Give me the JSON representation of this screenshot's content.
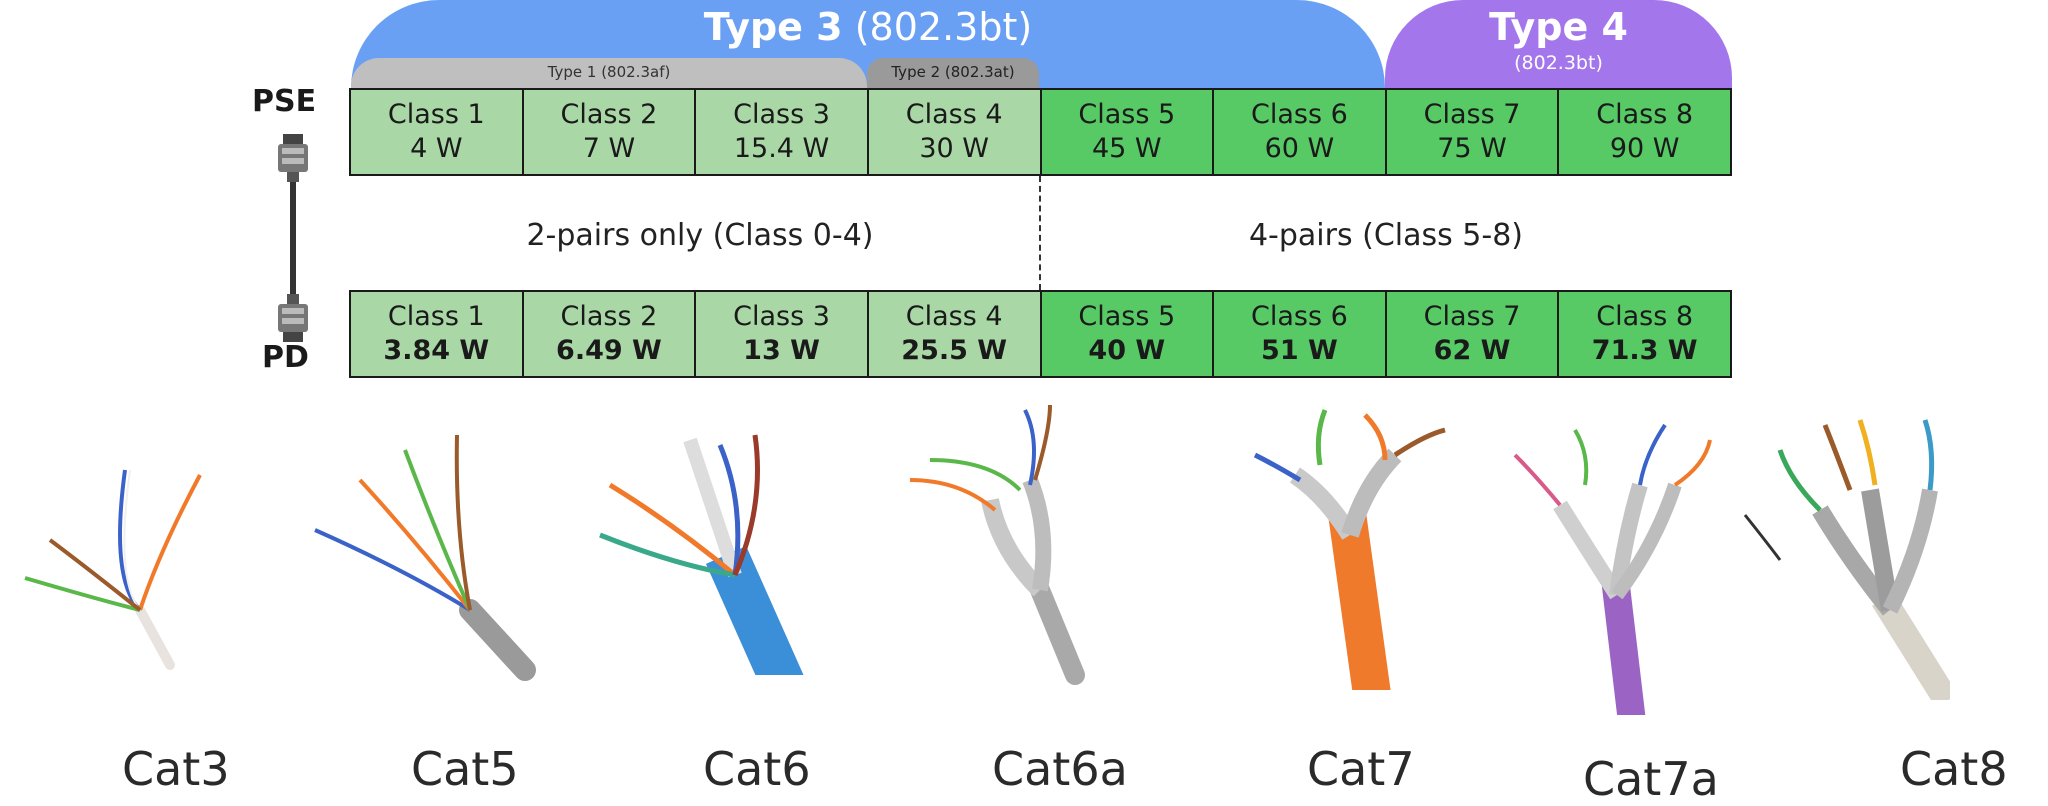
{
  "type3": {
    "bold": "Type 3",
    "spec": "(802.3bt)"
  },
  "type4": {
    "title": "Type 4",
    "spec": "(802.3bt)"
  },
  "type1": {
    "label": "Type 1 (802.3af)"
  },
  "type2": {
    "label": "Type 2 (802.3at)"
  },
  "pse_label": "PSE",
  "pd_label": "PD",
  "pse_row": [
    {
      "cls": "Class 1",
      "power": "4 W"
    },
    {
      "cls": "Class 2",
      "power": "7 W"
    },
    {
      "cls": "Class 3",
      "power": "15.4 W"
    },
    {
      "cls": "Class 4",
      "power": "30 W"
    },
    {
      "cls": "Class 5",
      "power": "45 W"
    },
    {
      "cls": "Class 6",
      "power": "60 W"
    },
    {
      "cls": "Class 7",
      "power": "75 W"
    },
    {
      "cls": "Class 8",
      "power": "90 W"
    }
  ],
  "pd_row": [
    {
      "cls": "Class 1",
      "power": "3.84 W"
    },
    {
      "cls": "Class 2",
      "power": "6.49 W"
    },
    {
      "cls": "Class 3",
      "power": "13 W"
    },
    {
      "cls": "Class 4",
      "power": "25.5 W"
    },
    {
      "cls": "Class 5",
      "power": "40 W"
    },
    {
      "cls": "Class 6",
      "power": "51 W"
    },
    {
      "cls": "Class 7",
      "power": "62 W"
    },
    {
      "cls": "Class 8",
      "power": "71.3 W"
    }
  ],
  "pairs_left": "2-pairs only (Class 0-4)",
  "pairs_right": "4-pairs (Class 5-8)",
  "cables": [
    {
      "name": "Cat3",
      "jacket": "#e8e3df"
    },
    {
      "name": "Cat5",
      "jacket": "#9a9a9a"
    },
    {
      "name": "Cat6",
      "jacket": "#3b8fd8"
    },
    {
      "name": "Cat6a",
      "jacket": "#a9a9a9"
    },
    {
      "name": "Cat7",
      "jacket": "#ef7a2c"
    },
    {
      "name": "Cat7a",
      "jacket": "#9a63c4"
    },
    {
      "name": "Cat8",
      "jacket": "#d9d4c9"
    }
  ]
}
